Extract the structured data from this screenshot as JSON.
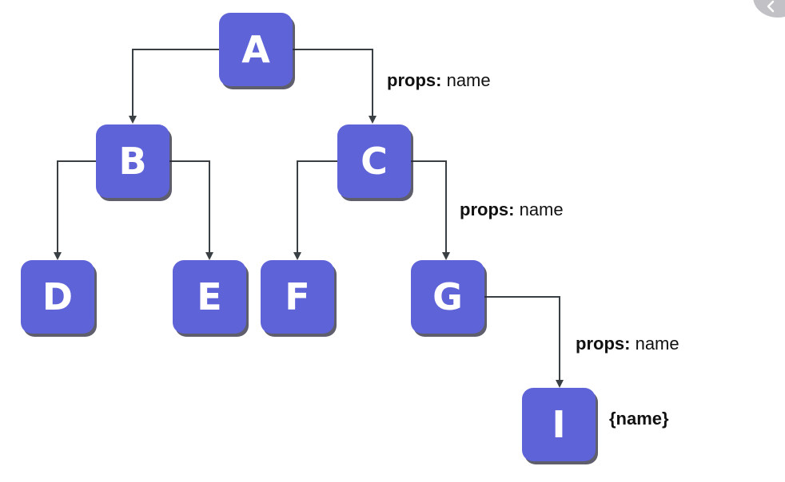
{
  "nodes": {
    "a": "A",
    "b": "B",
    "c": "C",
    "d": "D",
    "e": "E",
    "f": "F",
    "g": "G",
    "i": "I"
  },
  "edge_labels": {
    "a_to_c": {
      "key": "props:",
      "value": "name"
    },
    "c_to_g": {
      "key": "props:",
      "value": "name"
    },
    "g_to_i": {
      "key": "props:",
      "value": "name"
    }
  },
  "received_prop": "{name}",
  "colors": {
    "node_fill": "#5f63d8",
    "node_text": "#ffffff",
    "connector": "#3a3f44"
  },
  "icons": {
    "corner_button": "chevron-left-icon"
  }
}
